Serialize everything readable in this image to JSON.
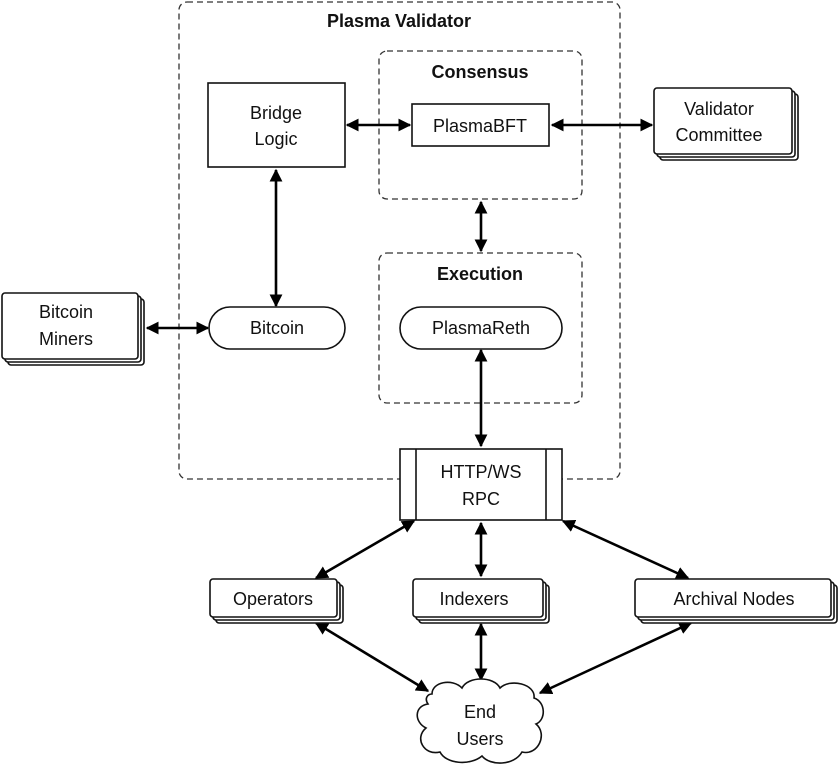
{
  "diagram": {
    "groups": {
      "validator": {
        "title": "Plasma Validator"
      },
      "consensus": {
        "title": "Consensus"
      },
      "execution": {
        "title": "Execution"
      }
    },
    "nodes": {
      "bridge_logic": {
        "line1": "Bridge",
        "line2": "Logic",
        "shape": "rectangle"
      },
      "plasma_bft": {
        "label": "PlasmaBFT",
        "shape": "rectangle"
      },
      "validator_committee": {
        "line1": "Validator",
        "line2": "Committee",
        "shape": "stacked-rectangle"
      },
      "bitcoin_miners": {
        "line1": "Bitcoin",
        "line2": "Miners",
        "shape": "stacked-rectangle"
      },
      "bitcoin": {
        "label": "Bitcoin",
        "shape": "rounded-pill"
      },
      "plasma_reth": {
        "label": "PlasmaReth",
        "shape": "rounded-pill"
      },
      "rpc": {
        "line1": "HTTP/WS",
        "line2": "RPC",
        "shape": "predefined-process"
      },
      "operators": {
        "label": "Operators",
        "shape": "stacked-rectangle"
      },
      "indexers": {
        "label": "Indexers",
        "shape": "stacked-rectangle"
      },
      "archival_nodes": {
        "label": "Archival Nodes",
        "shape": "stacked-rectangle"
      },
      "end_users": {
        "line1": "End",
        "line2": "Users",
        "shape": "cloud"
      }
    },
    "edges": [
      {
        "from": "Bridge Logic",
        "to": "PlasmaBFT",
        "direction": "bidirectional"
      },
      {
        "from": "PlasmaBFT",
        "to": "Validator Committee",
        "direction": "bidirectional"
      },
      {
        "from": "Bridge Logic",
        "to": "Bitcoin",
        "direction": "bidirectional"
      },
      {
        "from": "Bitcoin Miners",
        "to": "Bitcoin",
        "direction": "bidirectional"
      },
      {
        "from": "Consensus",
        "to": "Execution",
        "direction": "bidirectional"
      },
      {
        "from": "PlasmaReth",
        "to": "HTTP/WS RPC",
        "direction": "bidirectional"
      },
      {
        "from": "HTTP/WS RPC",
        "to": "Operators",
        "direction": "bidirectional"
      },
      {
        "from": "HTTP/WS RPC",
        "to": "Indexers",
        "direction": "bidirectional"
      },
      {
        "from": "HTTP/WS RPC",
        "to": "Archival Nodes",
        "direction": "bidirectional"
      },
      {
        "from": "Operators",
        "to": "End Users",
        "direction": "bidirectional"
      },
      {
        "from": "Indexers",
        "to": "End Users",
        "direction": "bidirectional"
      },
      {
        "from": "Archival Nodes",
        "to": "End Users",
        "direction": "bidirectional"
      }
    ]
  }
}
